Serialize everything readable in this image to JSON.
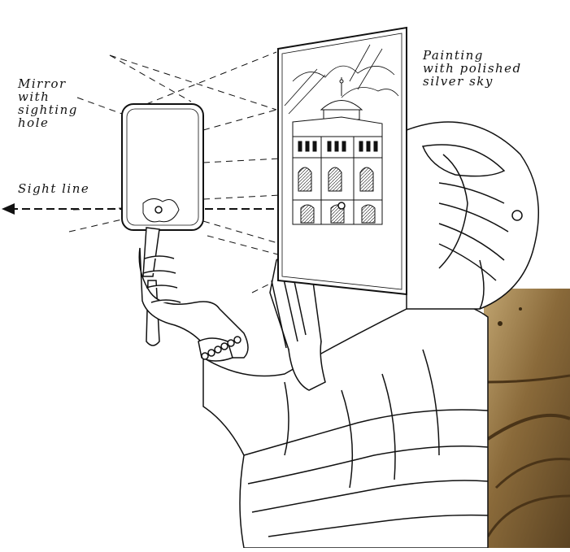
{
  "labels": {
    "mirror": [
      "Mirror",
      "with",
      "sighting",
      "hole"
    ],
    "painting": [
      "Painting",
      "with polished",
      "silver sky"
    ],
    "sight_line": "Sight line"
  },
  "colors": {
    "ink": "#111111",
    "paper": "#ffffff",
    "photo_dark": "#6a4f2a",
    "photo_light": "#b69a63"
  }
}
